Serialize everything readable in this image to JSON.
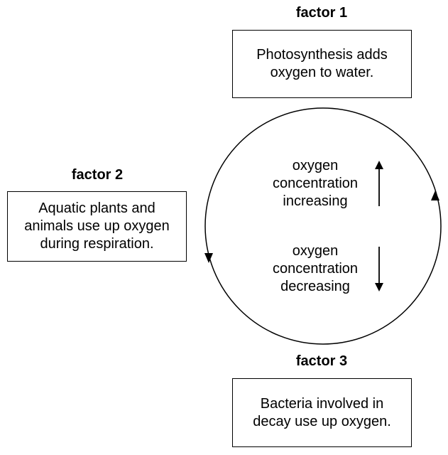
{
  "factor1": {
    "heading": "factor 1",
    "lines": [
      "Photosynthesis adds",
      "oxygen to water."
    ]
  },
  "factor2": {
    "heading": "factor 2",
    "lines": [
      "Aquatic plants and",
      "animals use up oxygen",
      "during respiration."
    ]
  },
  "factor3": {
    "heading": "factor 3",
    "lines": [
      "Bacteria involved in",
      "decay use up oxygen."
    ]
  },
  "cycle": {
    "increasing": {
      "lines": [
        "oxygen",
        "concentration",
        "increasing"
      ],
      "arrow_direction": "up"
    },
    "decreasing": {
      "lines": [
        "oxygen",
        "concentration",
        "decreasing"
      ],
      "arrow_direction": "down"
    },
    "circulation": "counterclockwise"
  },
  "colors": {
    "stroke": "#000000",
    "background": "#ffffff"
  }
}
